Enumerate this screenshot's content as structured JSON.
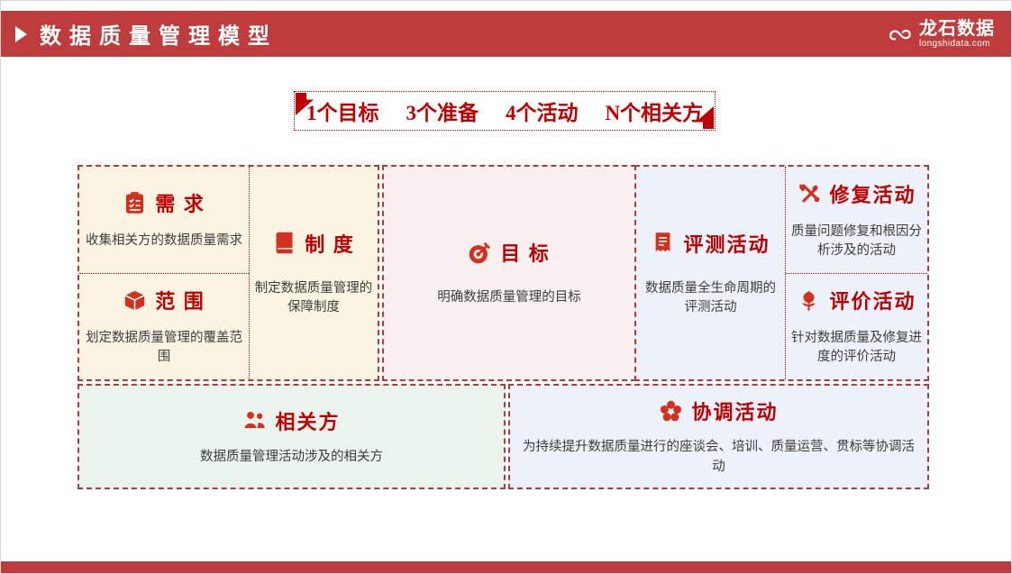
{
  "colors": {
    "header_red": "#be3c3c",
    "accent_red": "#c00000",
    "icon_red": "#d3301d",
    "border_red": "#b23a3a",
    "panel_cream": "#fcf4e3",
    "panel_pink": "#f8f0ef",
    "panel_blue": "#edf1f9",
    "panel_green": "#eaf4ec"
  },
  "header": {
    "title": "数据质量管理模型",
    "logo": {
      "icon": "swirl-logo-icon",
      "name": "龙石数据",
      "domain": "longshidata.com"
    }
  },
  "banner": {
    "items": [
      "1个目标",
      "3个准备",
      "4个活动",
      "N个相关方"
    ]
  },
  "cards": {
    "requirement": {
      "icon": "clipboard-list-icon",
      "title": "需 求",
      "desc": "收集相关方的数据质量需求"
    },
    "scope": {
      "icon": "cube-icon",
      "title": "范 围",
      "desc": "划定数据质量管理的覆盖范围"
    },
    "policy": {
      "icon": "book-icon",
      "title": "制 度",
      "desc": "制定数据质量管理的保障制度"
    },
    "goal": {
      "icon": "target-icon",
      "title": "目 标",
      "desc": "明确数据质量管理的目标"
    },
    "evaluation": {
      "icon": "receipt-icon",
      "title": "评测活动",
      "desc": "数据质量全生命周期的评测活动"
    },
    "repair": {
      "icon": "tools-icon",
      "title": "修复活动",
      "desc": "质量问题修复和根因分析涉及的活动"
    },
    "assessment": {
      "icon": "flower-icon",
      "title": "评价活动",
      "desc": "针对数据质量及修复进度的评价活动"
    },
    "stakeholder": {
      "icon": "people-icon",
      "title": "相关方",
      "desc": "数据质量管理活动涉及的相关方"
    },
    "coordination": {
      "icon": "gear-flower-icon",
      "title": "协调活动",
      "desc": "为持续提升数据质量进行的座谈会、培训、质量运营、贯标等协调活动"
    }
  }
}
